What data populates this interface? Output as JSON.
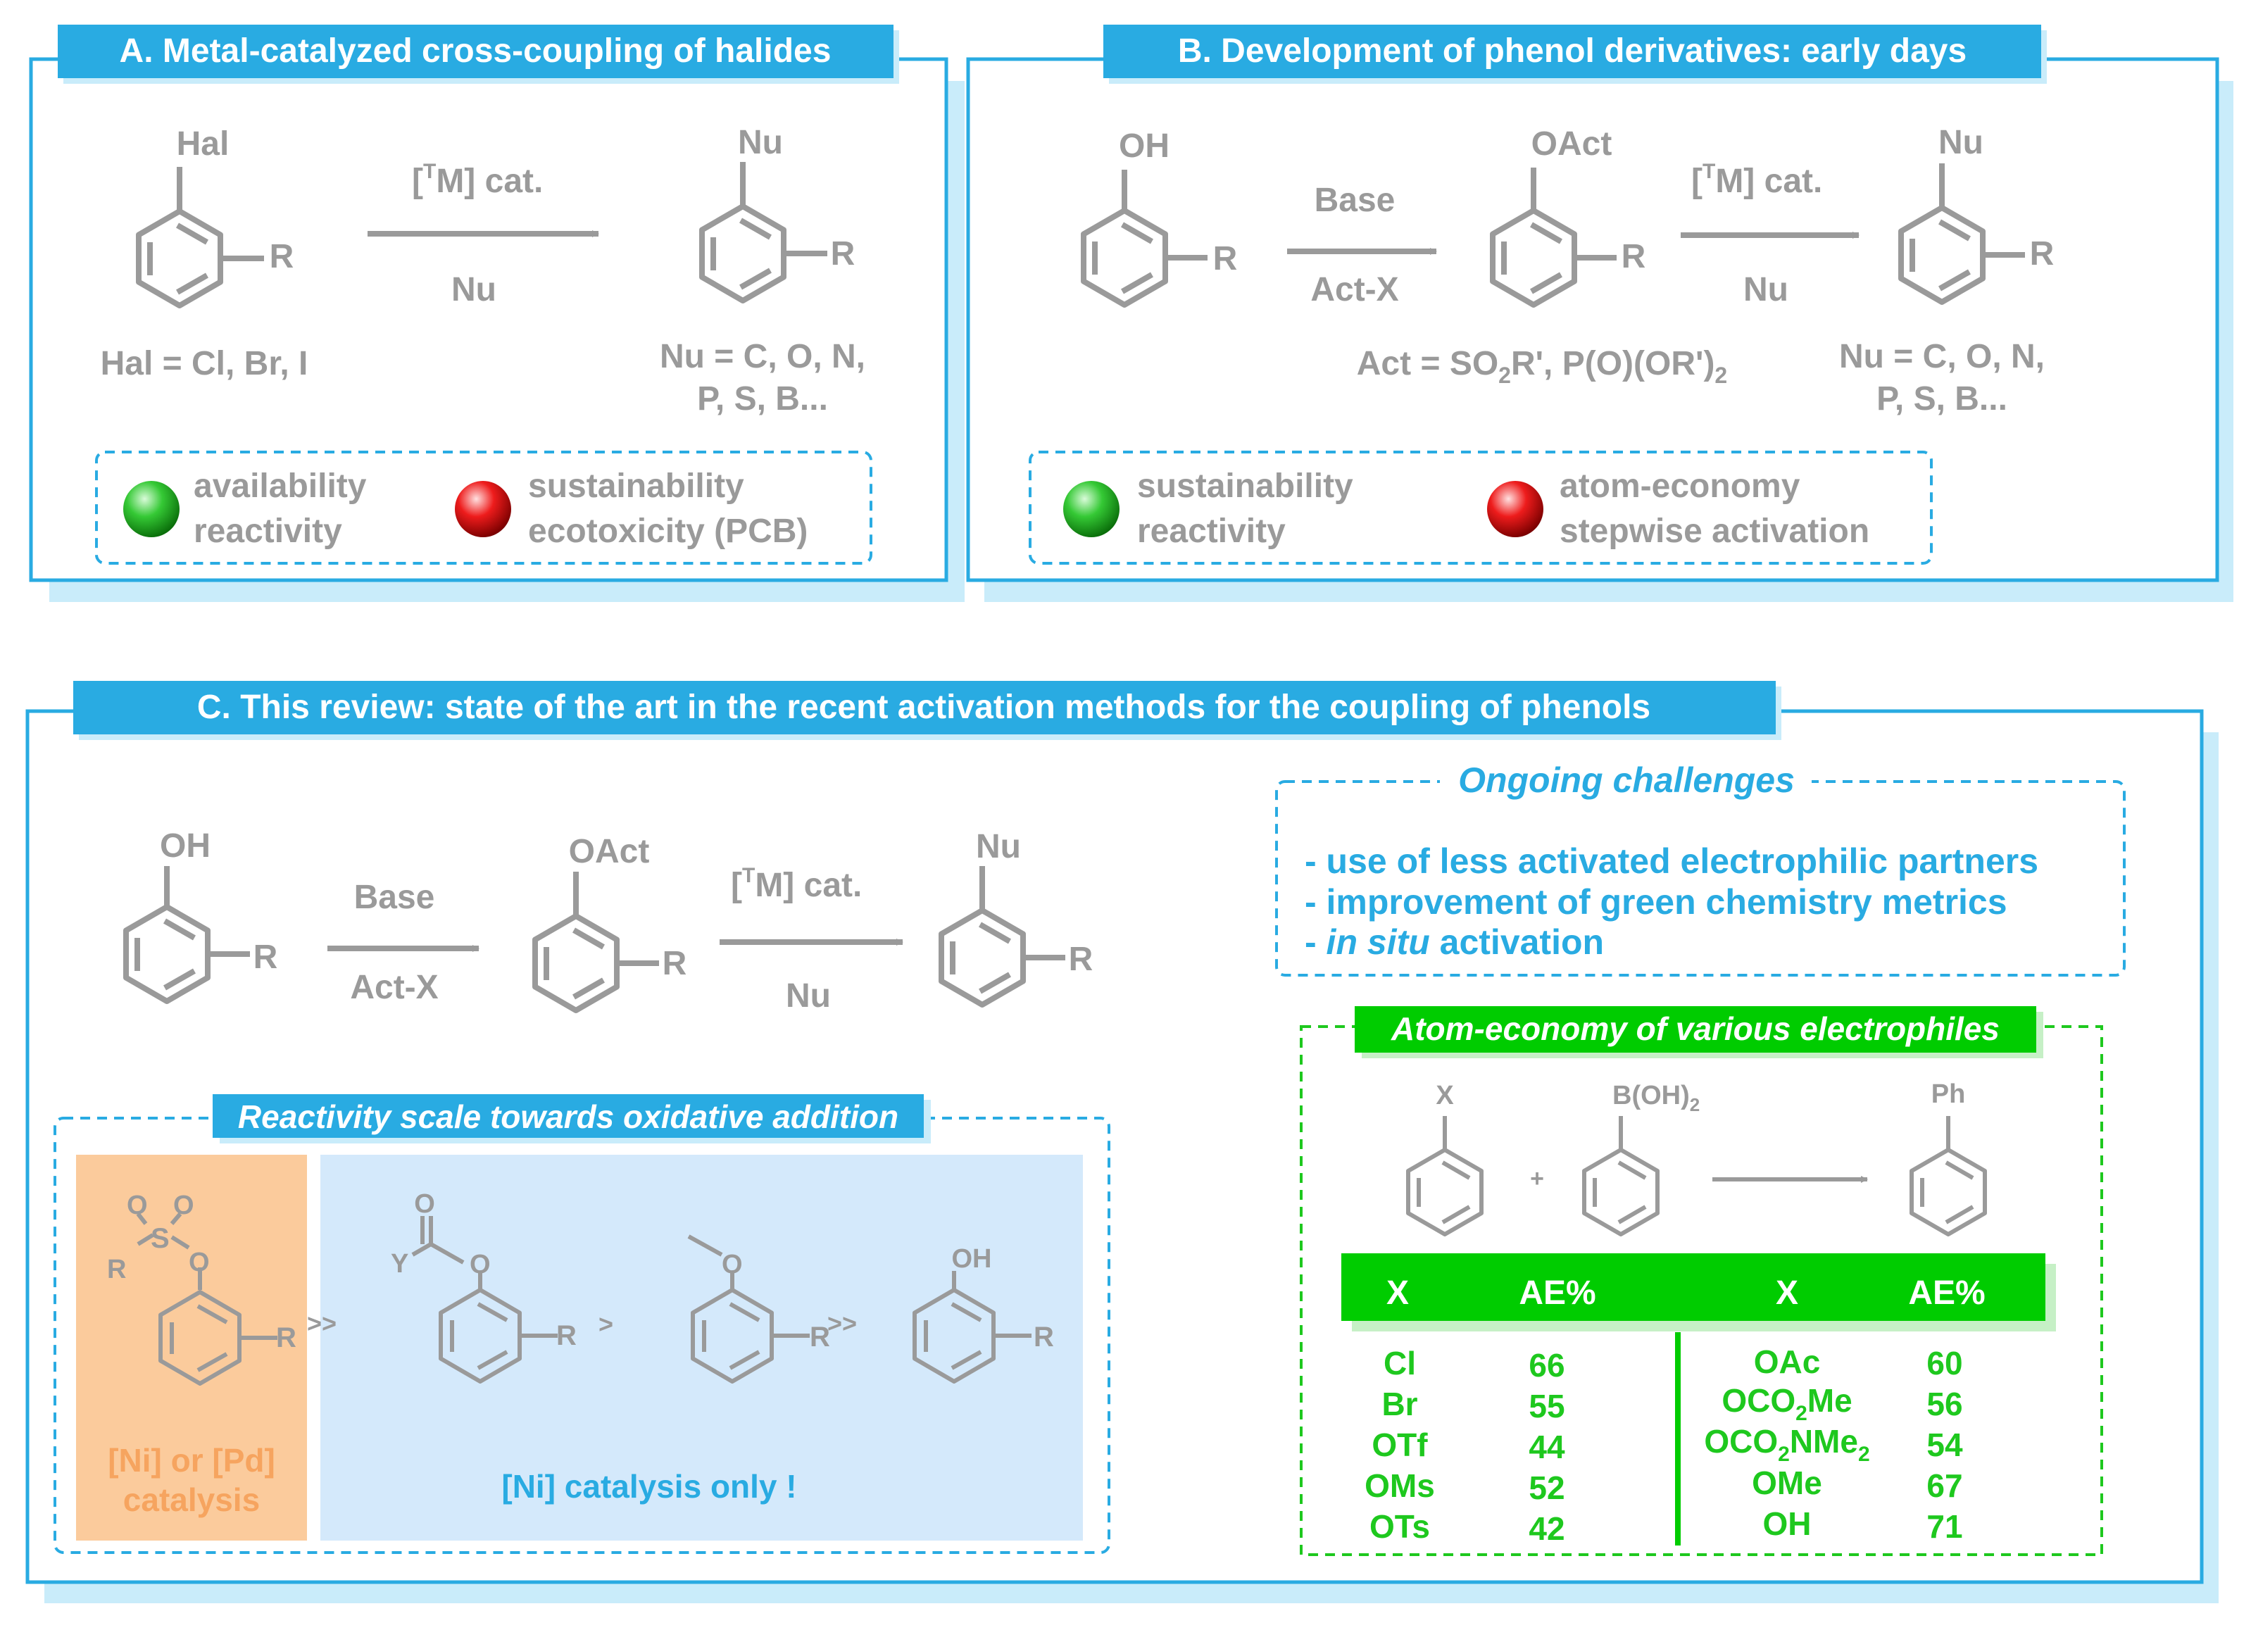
{
  "colors": {
    "panel_border": "#29abe2",
    "panel_shadow": "#c9ecfa",
    "title_bar": "#29abe2",
    "structure_gray": "#9a9a9a",
    "green_accent": "#00cc00",
    "orange_box": "#fbcb9c",
    "blue_box": "#d4e9fb",
    "good_ball": "#2eb82e",
    "bad_ball": "#e60000"
  },
  "panel_a": {
    "title": "A. Metal-catalyzed cross-coupling of halides",
    "reactant_sub": "Hal",
    "ring_sub": "R",
    "reagent_top": "[ M] cat.",
    "reagent_sup": "T",
    "reagent_bottom": "Nu",
    "product_sub": "Nu",
    "caption_left": "Hal = Cl, Br, I",
    "caption_right_1": "Nu = C, O, N,",
    "caption_right_2": "P, S, B...",
    "pros_1": "availability",
    "pros_2": "reactivity",
    "cons_1": "sustainability",
    "cons_2": "ecotoxicity (PCB)"
  },
  "panel_b": {
    "title": "B. Development of phenol derivatives: early days",
    "start_sub": "OH",
    "ring_sub": "R",
    "step1_top": "Base",
    "step1_bottom": "Act-X",
    "mid_sub": "OAct",
    "step2_top": "[ M] cat.",
    "step2_sup": "T",
    "step2_bottom": "Nu",
    "product_sub": "Nu",
    "caption_mid_a": "Act = SO",
    "caption_mid_sub1": "2",
    "caption_mid_b": "R', P(O)(OR')",
    "caption_mid_sub2": "2",
    "caption_right_1": "Nu = C, O, N,",
    "caption_right_2": "P, S, B...",
    "pros_1": "sustainability",
    "pros_2": "reactivity",
    "cons_1": "atom-economy",
    "cons_2": "stepwise activation"
  },
  "panel_c": {
    "title": "C. This review: state of the art in the recent activation methods for the coupling of phenols",
    "start_sub": "OH",
    "ring_sub": "R",
    "step1_top": "Base",
    "step1_bottom": "Act-X",
    "mid_sub": "OAct",
    "step2_top": "[ M] cat.",
    "step2_sup": "T",
    "step2_bottom": "Nu",
    "product_sub": "Nu",
    "challenges_title": "Ongoing challenges",
    "challenge_1": "- use of less activated electrophilic partners",
    "challenge_2": "- improvement of green chemistry metrics",
    "challenge_3_dash": "- ",
    "challenge_3_italic": "in situ",
    "challenge_3_rest": " activation",
    "reactivity_title": "Reactivity scale towards oxidative addition",
    "sulfonate_o1": "O",
    "sulfonate_o2": "O",
    "sulfonate_s": "S",
    "sulfonate_r": "R",
    "sulfonate_o3": "O",
    "ester_o_top": "O",
    "ester_y": "Y",
    "ester_o": "O",
    "ether_o": "O",
    "phenol_oh": "OH",
    "order_1": ">>",
    "order_2": ">",
    "order_3": ">>",
    "ni_pd_1": "[Ni] or [Pd]",
    "ni_pd_2": "catalysis",
    "ni_only": "[Ni] catalysis only !",
    "ae_title": "Atom-economy of various electrophiles",
    "ae_x": "X",
    "ae_boronic_a": "B(OH)",
    "ae_boronic_sub": "2",
    "ae_plus": "+",
    "ae_ph": "Ph",
    "table_header": [
      "X",
      "AE%",
      "X",
      "AE%"
    ],
    "table_left": [
      {
        "x": "Cl",
        "ae": "66"
      },
      {
        "x": "Br",
        "ae": "55"
      },
      {
        "x": "OTf",
        "ae": "44"
      },
      {
        "x": "OMs",
        "ae": "52"
      },
      {
        "x": "OTs",
        "ae": "42"
      }
    ],
    "table_right": [
      {
        "x": "OAc",
        "ae": "60"
      },
      {
        "x_a": "OCO",
        "x_sub": "2",
        "x_b": "Me",
        "ae": "56"
      },
      {
        "x_a": "OCO",
        "x_sub": "2",
        "x_b": "NMe",
        "x_sub2": "2",
        "ae": "54"
      },
      {
        "x": "OMe",
        "ae": "67"
      },
      {
        "x": "OH",
        "ae": "71"
      }
    ]
  }
}
